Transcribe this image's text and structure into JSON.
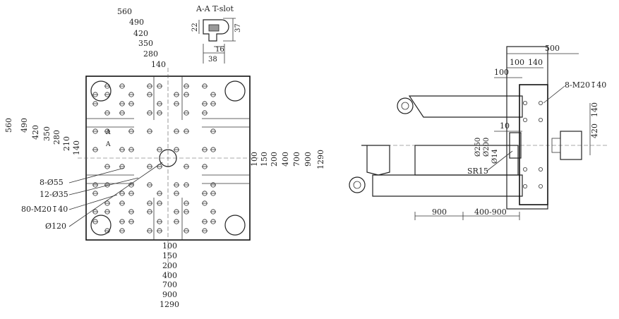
{
  "section": {
    "title": "A-A T-slot",
    "dims": {
      "w22": "22",
      "w37": "37",
      "w16": "16",
      "w38": "38"
    }
  },
  "front": {
    "top_dims": [
      "560",
      "490",
      "420",
      "350",
      "280",
      "140"
    ],
    "left_dims": [
      "560",
      "490",
      "420",
      "350",
      "280",
      "210",
      "140"
    ],
    "right_dims": [
      "100",
      "150",
      "200",
      "400",
      "700",
      "900",
      "1290"
    ],
    "bottom_dims": [
      "100",
      "150",
      "200",
      "400",
      "700",
      "900",
      "1290"
    ],
    "callouts": [
      "8-Ø55",
      "12-Ø35",
      "80-M20↧40",
      "Ø120"
    ],
    "section_mark": "A"
  },
  "side": {
    "top_dims": [
      "500",
      "100",
      "140",
      "100"
    ],
    "right_dims": [
      "140",
      "420"
    ],
    "bottom_dims": [
      "900",
      "400-900"
    ],
    "callouts": [
      "8-M20↧40",
      "10",
      "Ø250",
      "Ø200",
      "Ø14",
      "SR15"
    ]
  }
}
